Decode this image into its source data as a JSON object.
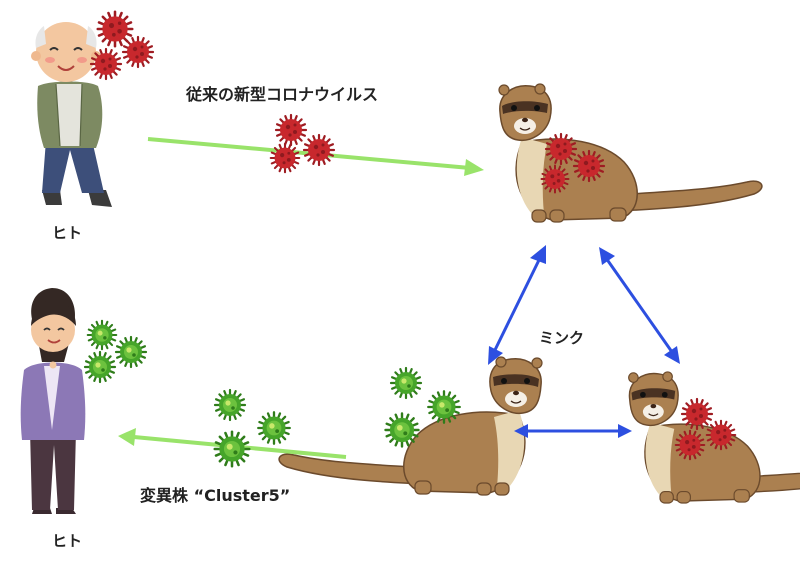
{
  "labels": {
    "human_top": "ヒト",
    "human_bottom": "ヒト",
    "old_virus": "従来の新型コロナウイルス",
    "mink": "ミンク",
    "variant": "変異株 “Cluster5”"
  },
  "colors": {
    "green_arrow": "#99e36a",
    "blue_arrow": "#2d4fe0",
    "red_virus": "#c8282d",
    "green_virus": "#3c9a22",
    "mink_body": "#ab8050",
    "mink_belly": "#e8d7b4"
  },
  "icons": {
    "old_man": "elderly-man-illustration",
    "woman": "woman-illustration",
    "mink": "mink-illustration",
    "red_virus": "red-virus-icon",
    "green_virus": "green-virus-icon"
  }
}
